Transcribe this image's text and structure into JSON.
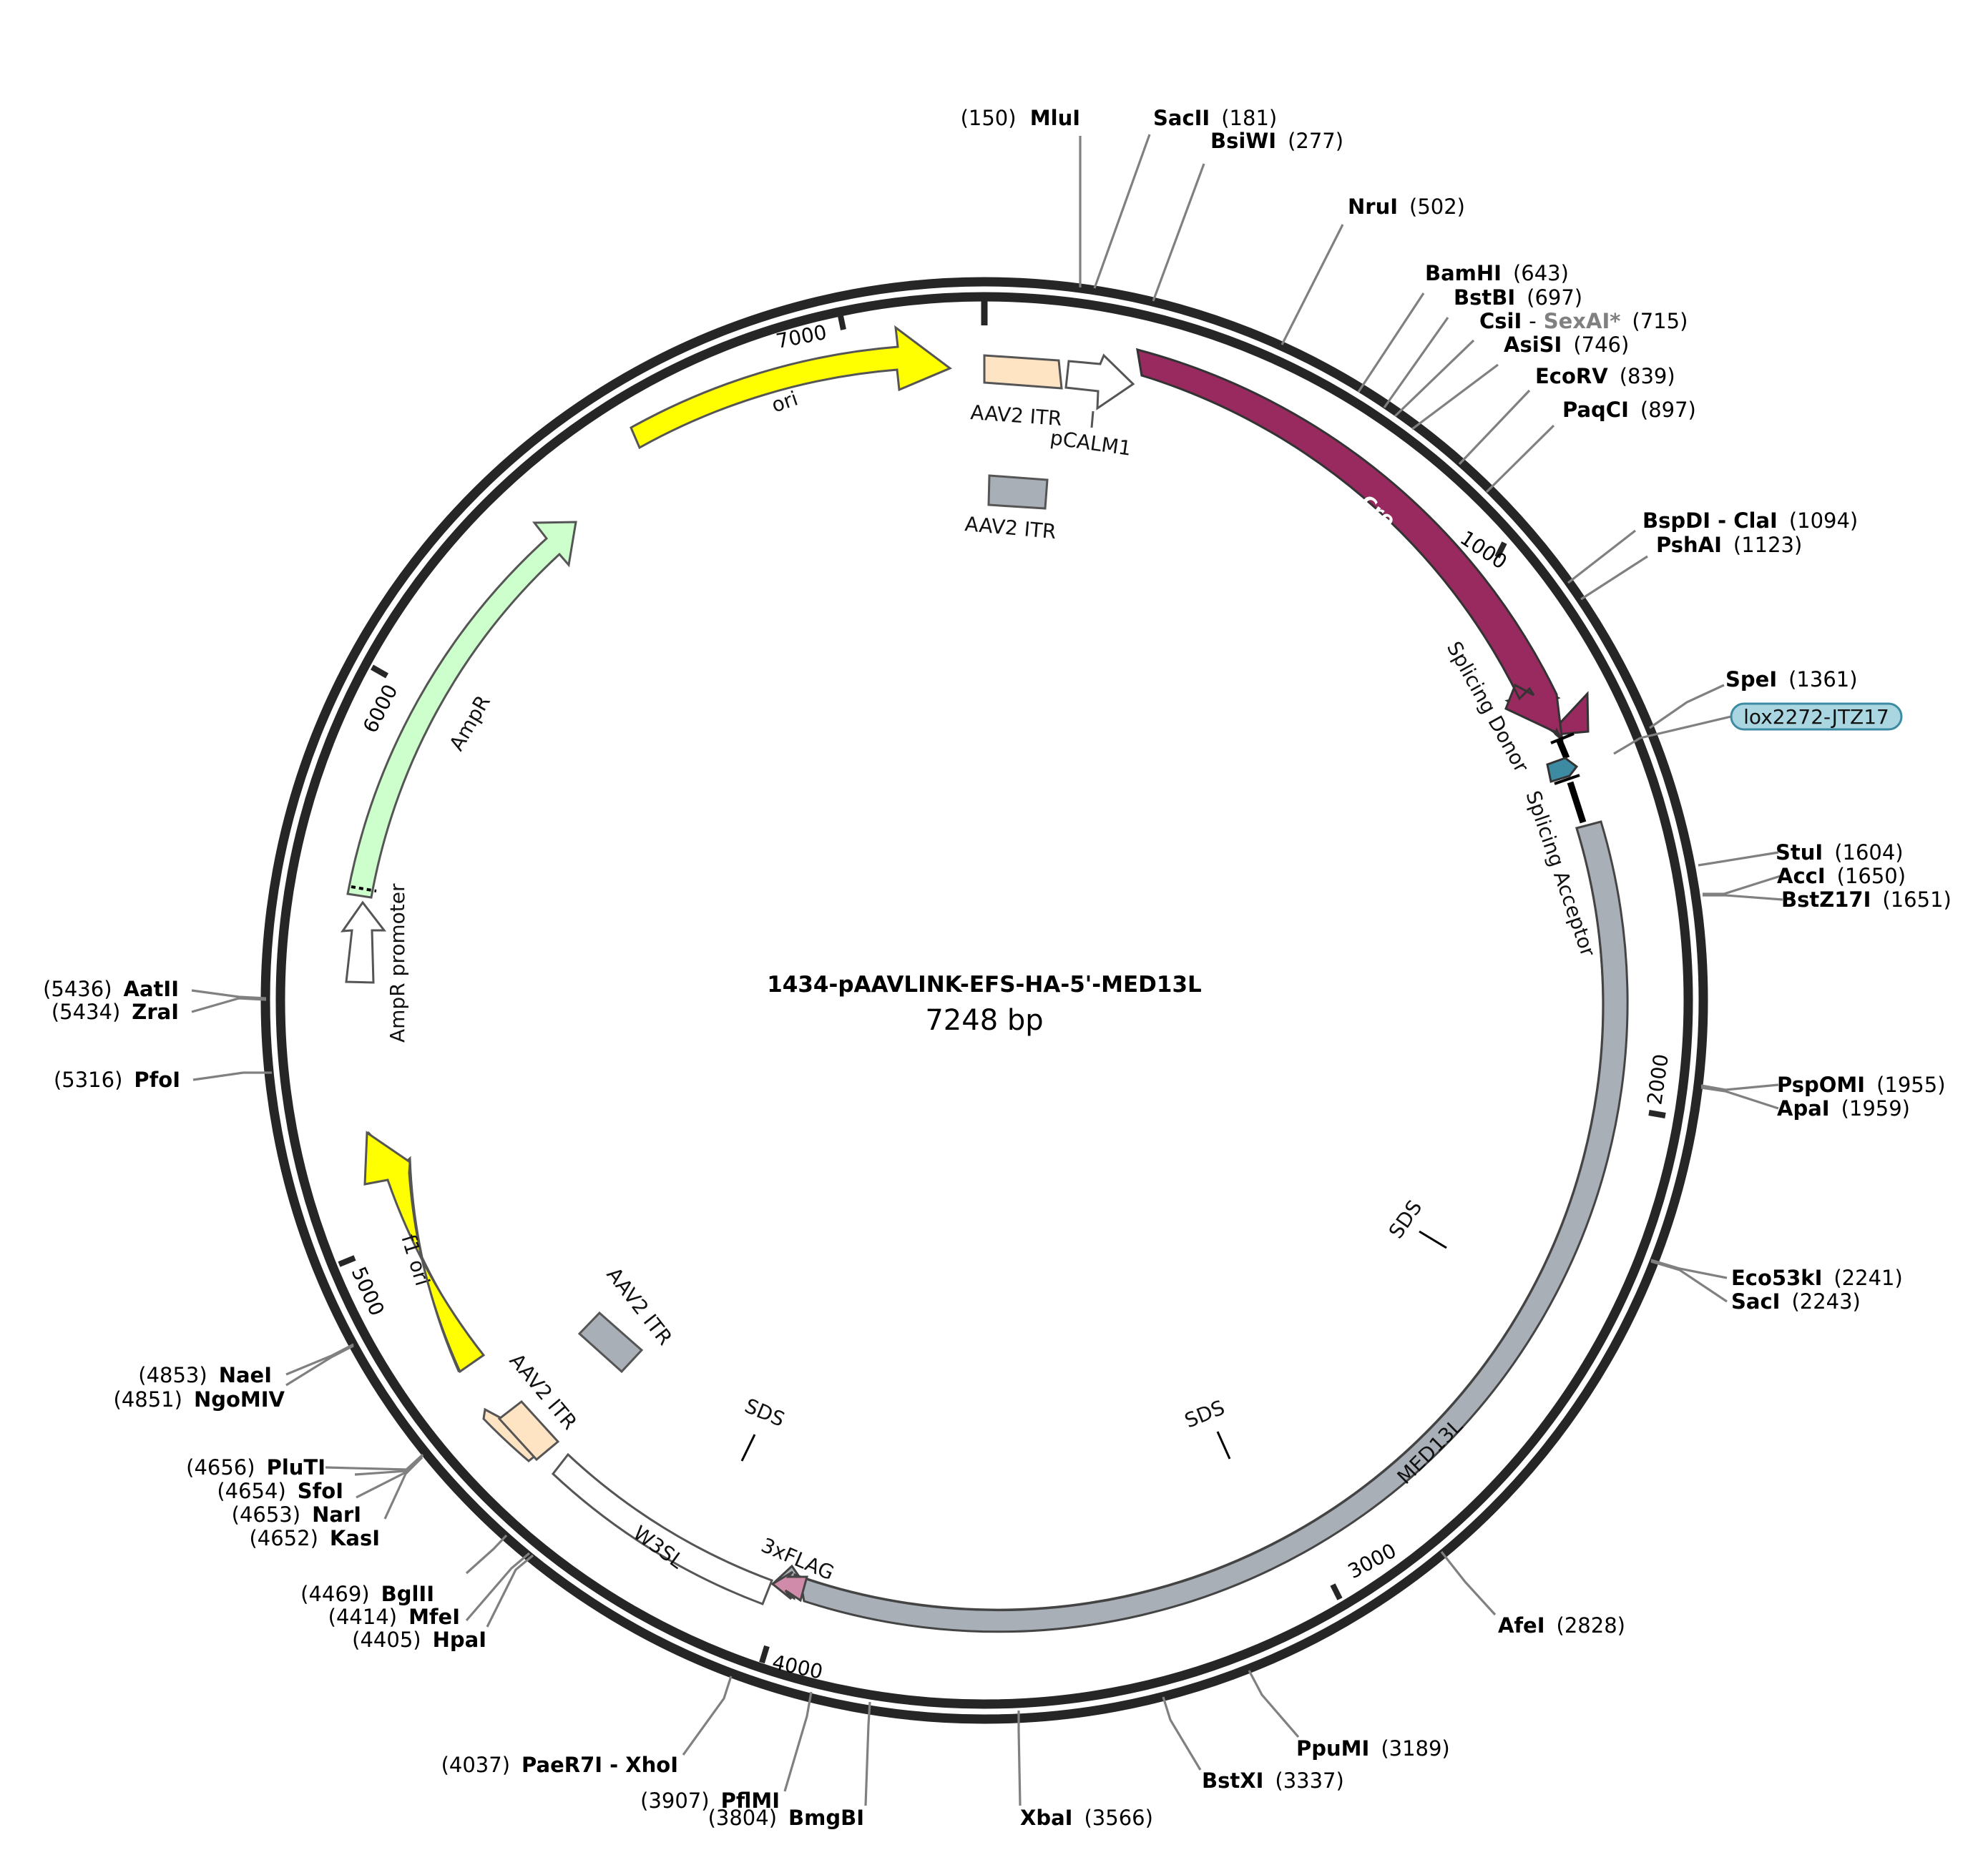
{
  "plasmid": {
    "name": "1434-pAAVLINK-EFS-HA-5'-MED13L",
    "length_label": "7248 bp",
    "length": 7248
  },
  "ticks": [
    "1000",
    "2000",
    "3000",
    "4000",
    "5000",
    "6000",
    "7000"
  ],
  "features": [
    {
      "label": "ori",
      "color": "#ffff00"
    },
    {
      "label": "AAV2 ITR",
      "color": "#ffe4c4"
    },
    {
      "label": "pCALM1",
      "color": "#ffffff"
    },
    {
      "label": "AAV2 ITR",
      "color": "#a9afb7"
    },
    {
      "label": "Cre",
      "color": "#982a60"
    },
    {
      "label": "Splicing Donor",
      "color": "#000000"
    },
    {
      "label": "lox2272-JTZ17",
      "color": "#3d8ba3"
    },
    {
      "label": "Splicing Acceptor",
      "color": "#000000"
    },
    {
      "label": "MED13L",
      "color": "#a9afb7"
    },
    {
      "label": "3xFLAG",
      "color": "#cf8ba9"
    },
    {
      "label": "W3SL",
      "color": "#ffffff"
    },
    {
      "label": "AAV2 ITR",
      "color": "#ffe4c4"
    },
    {
      "label": "AAV2 ITR",
      "color": "#a9afb7"
    },
    {
      "label": "f1 ori",
      "color": "#ffff00"
    },
    {
      "label": "AmpR promoter",
      "color": "#ffffff"
    },
    {
      "label": "AmpR",
      "color": "#ccffcc"
    },
    {
      "label": "SDS",
      "color": "#000000"
    },
    {
      "label": "SDS",
      "color": "#000000"
    },
    {
      "label": "SDS",
      "color": "#000000"
    }
  ],
  "sites": [
    {
      "name": "MluI",
      "pos": "(150)"
    },
    {
      "name": "SacII",
      "pos": "(181)"
    },
    {
      "name": "BsiWI",
      "pos": "(277)"
    },
    {
      "name": "NruI",
      "pos": "(502)"
    },
    {
      "name": "BamHI",
      "pos": "(643)"
    },
    {
      "name": "BstBI",
      "pos": "(697)"
    },
    {
      "name": "CsiI",
      "sep": "-",
      "name2": "SexAI*",
      "pos": "(715)"
    },
    {
      "name": "AsiSI",
      "pos": "(746)"
    },
    {
      "name": "EcoRV",
      "pos": "(839)"
    },
    {
      "name": "PaqCI",
      "pos": "(897)"
    },
    {
      "name": "BspDI - ClaI",
      "pos": "(1094)"
    },
    {
      "name": "PshAI",
      "pos": "(1123)"
    },
    {
      "name": "SpeI",
      "pos": "(1361)"
    },
    {
      "name": "StuI",
      "pos": "(1604)"
    },
    {
      "name": "AccI",
      "pos": "(1650)"
    },
    {
      "name": "BstZ17I",
      "pos": "(1651)"
    },
    {
      "name": "PspOMI",
      "pos": "(1955)"
    },
    {
      "name": "ApaI",
      "pos": "(1959)"
    },
    {
      "name": "Eco53kI",
      "pos": "(2241)"
    },
    {
      "name": "SacI",
      "pos": "(2243)"
    },
    {
      "name": "AfeI",
      "pos": "(2828)"
    },
    {
      "name": "PpuMI",
      "pos": "(3189)"
    },
    {
      "name": "BstXI",
      "pos": "(3337)"
    },
    {
      "name": "XbaI",
      "pos": "(3566)"
    },
    {
      "name": "BmgBI",
      "pos": "(3804)"
    },
    {
      "name": "PflMI",
      "pos": "(3907)"
    },
    {
      "name": "PaeR7I - XhoI",
      "pos": "(4037)"
    },
    {
      "name": "HpaI",
      "pos": "(4405)"
    },
    {
      "name": "MfeI",
      "pos": "(4414)"
    },
    {
      "name": "BglII",
      "pos": "(4469)"
    },
    {
      "name": "KasI",
      "pos": "(4652)"
    },
    {
      "name": "NarI",
      "pos": "(4653)"
    },
    {
      "name": "SfoI",
      "pos": "(4654)"
    },
    {
      "name": "PluTI",
      "pos": "(4656)"
    },
    {
      "name": "NgoMIV",
      "pos": "(4851)"
    },
    {
      "name": "NaeI",
      "pos": "(4853)"
    },
    {
      "name": "PfoI",
      "pos": "(5316)"
    },
    {
      "name": "ZraI",
      "pos": "(5434)"
    },
    {
      "name": "AatII",
      "pos": "(5436)"
    }
  ]
}
